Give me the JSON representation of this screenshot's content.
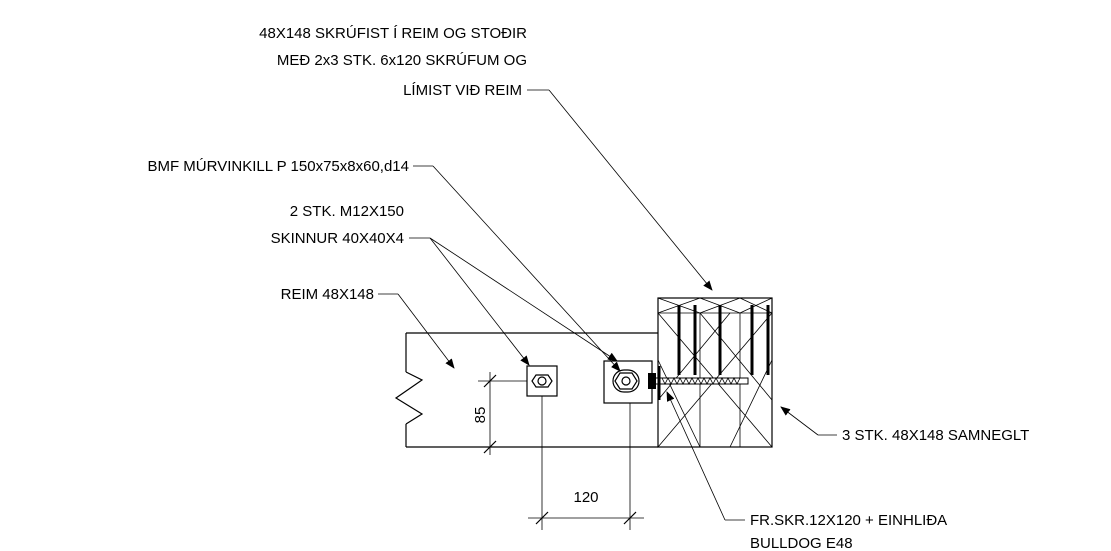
{
  "labels": {
    "top_line1": "48X148 SKRÚFIST Í REIM OG STOÐIR",
    "top_line2": "MEÐ 2x3 STK. 6x120 SKRÚFUM OG",
    "top_line3": "LÍMIST VIÐ REIM",
    "bmf": "BMF MÚRVINKILL P 150x75x8x60,d14",
    "bolts_line1": "2 STK. M12X150",
    "bolts_line2": "SKINNUR 40X40X4",
    "reim": "REIM 48X148",
    "samneglt": "3 STK. 48X148 SAMNEGLT",
    "fr_line1": "FR.SKR.12X120 + EINHLIÐA",
    "fr_line2": "BULLDOG E48"
  },
  "dimensions": {
    "vertical": "85",
    "horizontal": "120"
  }
}
